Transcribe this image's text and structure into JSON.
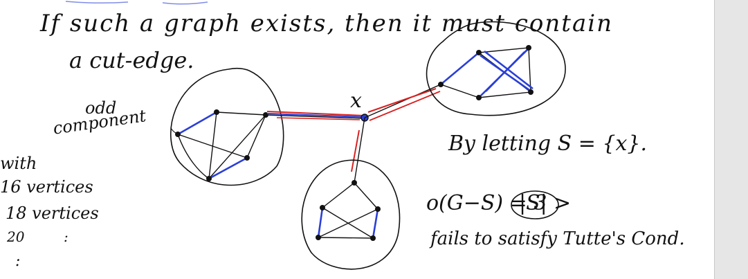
{
  "notes": {
    "line1": "If such a graph exists, then it must contain",
    "line2": "a cut-edge.",
    "odd": "odd",
    "component": "component",
    "with": "with",
    "v16": "16 vertices",
    "v18": "18 vertices",
    "v20": "20",
    "colon": ":",
    "dots": ":",
    "vertex_x": "x",
    "letting": "By letting S = {x}.",
    "odd_count": "o(G−S) = 3 >",
    "abs_s": "|S|",
    "fails": "fails to satisfy Tutte's Cond."
  },
  "colors": {
    "ink": "#111111",
    "blue": "#2a3fd6",
    "red": "#d92020",
    "panel": "#e6e6e6"
  }
}
